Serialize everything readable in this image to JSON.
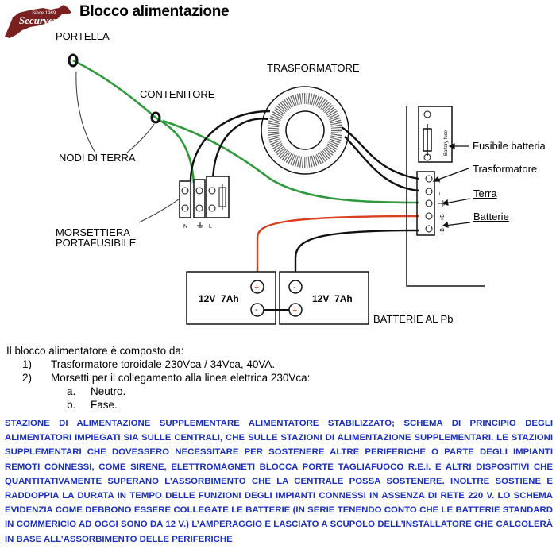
{
  "header": {
    "logo_top": "Since 1969",
    "logo_brand": "Securvera",
    "title": "Blocco alimentazione"
  },
  "diagram": {
    "labels": {
      "portella": "PORTELLA",
      "contenitore": "CONTENITORE",
      "trasformatore": "TRASFORMATORE",
      "nodi_di_terra": "NODI DI TERRA",
      "morsettiera_line1": "MORSETTIERA",
      "morsettiera_line2": "PORTAFUSIBILE",
      "batterie_al_pb": "BATTERIE AL Pb",
      "fusibile_batteria": "Fusibile batteria",
      "trasformatore_right": "Trasformatore",
      "terra": "Terra",
      "batterie": "Batterie",
      "battery_fuse": "Battery fuse",
      "terminal_n": "N",
      "terminal_l": "L",
      "pin_tilde1": "~",
      "pin_tilde2": "~",
      "pin_plus_b": "+B",
      "pin_minus_b": "- B"
    },
    "batteries": [
      {
        "label": "12V  7Ah"
      },
      {
        "label": "12V  7Ah"
      }
    ],
    "colors": {
      "green_wire": "#2e9a3c",
      "red_wire": "#d8401f",
      "black_wire": "#111111"
    }
  },
  "intro": {
    "heading": "Il blocco alimentatore è composto da:",
    "items": [
      {
        "num": "1)",
        "text": "Trasformatore toroidale 230Vca / 34Vca, 40VA."
      },
      {
        "num": "2)",
        "text": "Morsetti per il collegamento alla linea elettrica 230Vca:"
      }
    ],
    "subitems": [
      {
        "num": "a.",
        "text": "Neutro."
      },
      {
        "num": "b.",
        "text": "Fase."
      }
    ]
  },
  "note": {
    "text": "STAZIONE DI ALIMENTAZIONE SUPPLEMENTARE ALIMENTATORE STABILIZZATO; SCHEMA DI PRINCIPIO DEGLI ALIMENTATORI IMPIEGATI SIA SULLE CENTRALI, CHE SULLE STAZIONI DI ALIMENTAZIONE SUPPLEMENTARI. LE STAZIONI SUPPLEMENTARI CHE DOVESSERO NECESSITARE PER SOSTENERE ALTRE PERIFERICHE O PARTE DEGLI IMPIANTI REMOTI CONNESSI, COME SIRENE, ELETTROMAGNETI BLOCCA PORTE TAGLIAFUOCO R.E.I. E ALTRI DISPOSITIVI CHE QUANTITATIVAMENTE SUPERANO L’ASSORBIMENTO CHE LA CENTRALE POSSA SOSTENERE. INOLTRE SOSTIENE E RADDOPPIA LA DURATA IN TEMPO DELLE FUNZIONI DEGLI IMPIANTI CONNESSI IN ASSENZA DI RETE 220 V. LO SCHEMA EVIDENZIA COME DEBBONO ESSERE COLLEGATE LE BATTERIE (IN SERIE TENENDO CONTO CHE LE BATTERIE STANDARD IN COMMERICIO AD OGGI SONO DA 12 V.) L’AMPERAGGIO E LASCIATO A SCUPOLO DELL’INSTALLATORE CHE CALCOLERÀ IN BASE ALL’ASSORBIMENTO DELLE PERIFERICHE"
  }
}
